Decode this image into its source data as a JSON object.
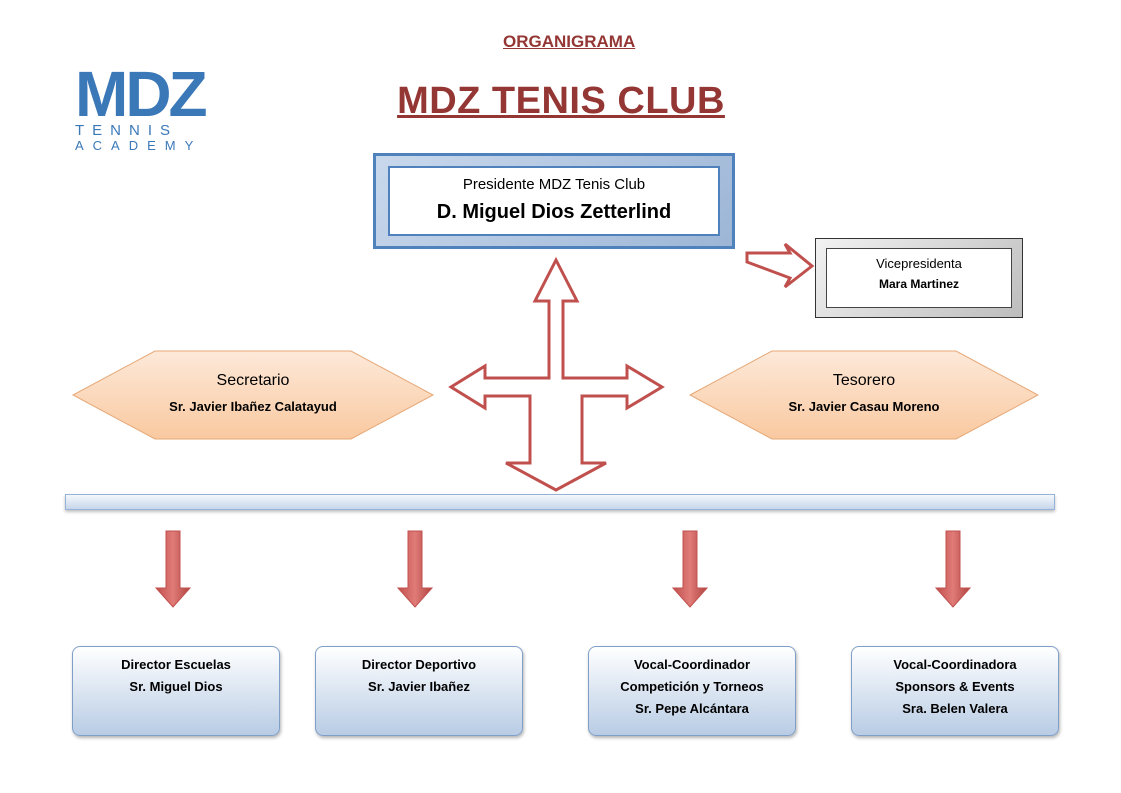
{
  "heading": {
    "small": "ORGANIGRAMA",
    "big": "MDZ  TENIS CLUB"
  },
  "logo": {
    "mdz": "MDZ",
    "line1": "TENNIS",
    "line2": "ACADEMY"
  },
  "president": {
    "role": "Presidente MDZ Tenis Club",
    "name": "D. Miguel Dios Zetterlind"
  },
  "vice": {
    "role": "Vicepresidenta",
    "name": "Mara Martinez"
  },
  "secretary": {
    "role": "Secretario",
    "name": "Sr.  Javier Ibañez Calatayud"
  },
  "treasurer": {
    "role": "Tesorero",
    "name": "Sr.  Javier Casau Moreno"
  },
  "directors": [
    {
      "line1": "Director   Escuelas",
      "line2": "Sr. Miguel Dios",
      "line3": ""
    },
    {
      "line1": "Director   Deportivo",
      "line2": "Sr. Javier Ibañez",
      "line3": ""
    },
    {
      "line1": "Vocal-Coordinador",
      "line2": "Competición y Torneos",
      "line3": "Sr. Pepe Alcántara"
    },
    {
      "line1": "Vocal-Coordinadora",
      "line2": "Sponsors & Events",
      "line3": "Sra. Belen Valera"
    }
  ],
  "colors": {
    "title": "#943634",
    "logo": "#3b78b8",
    "arrow": "#c0504d",
    "hex": "#fbd4b4",
    "box_border": "#4f81bd"
  }
}
